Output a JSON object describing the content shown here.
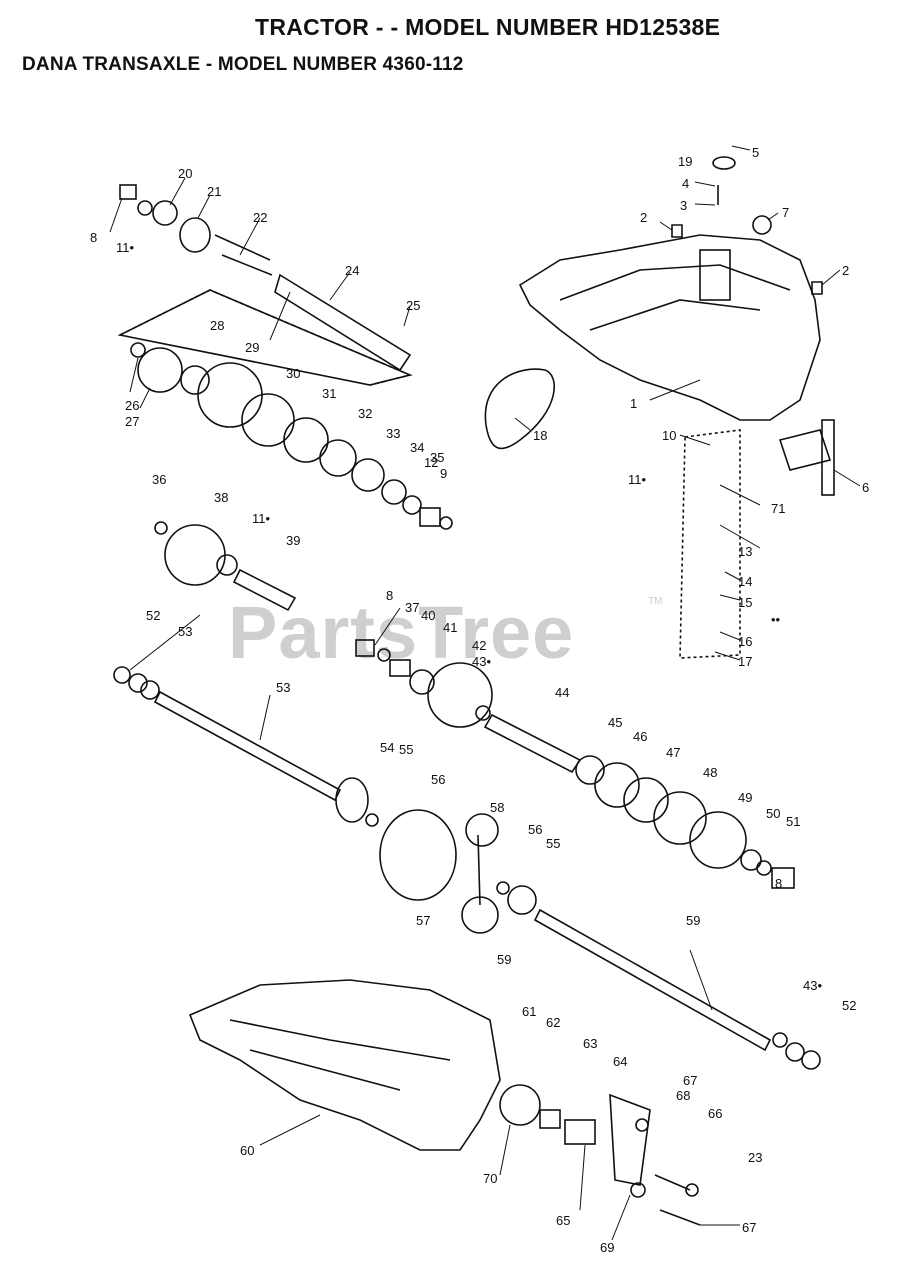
{
  "header": {
    "title": "TRACTOR - - MODEL NUMBER HD12538E",
    "subtitle": "DANA TRANSAXLE - MODEL NUMBER 4360-112"
  },
  "watermark": {
    "text": "PartsTree",
    "tm": "TM"
  },
  "callouts": [
    "1",
    "2",
    "2",
    "3",
    "4",
    "5",
    "6",
    "7",
    "8",
    "8",
    "8",
    "9",
    "10",
    "11•",
    "11•",
    "11•",
    "12",
    "13",
    "14",
    "15",
    "16",
    "17",
    "18",
    "19",
    "20",
    "21",
    "22",
    "23",
    "24",
    "25",
    "26",
    "27",
    "28",
    "29",
    "30",
    "31",
    "32",
    "33",
    "34",
    "35",
    "36",
    "37",
    "38",
    "39",
    "40",
    "41",
    "42",
    "43•",
    "43•",
    "44",
    "45",
    "46",
    "47",
    "48",
    "49",
    "50",
    "51",
    "52",
    "52",
    "53",
    "53",
    "54",
    "55",
    "55",
    "56",
    "56",
    "57",
    "58",
    "59",
    "59",
    "60",
    "61",
    "62",
    "63",
    "64",
    "65",
    "66",
    "67",
    "67",
    "68",
    "69",
    "70",
    "71",
    "••",
    "••"
  ]
}
